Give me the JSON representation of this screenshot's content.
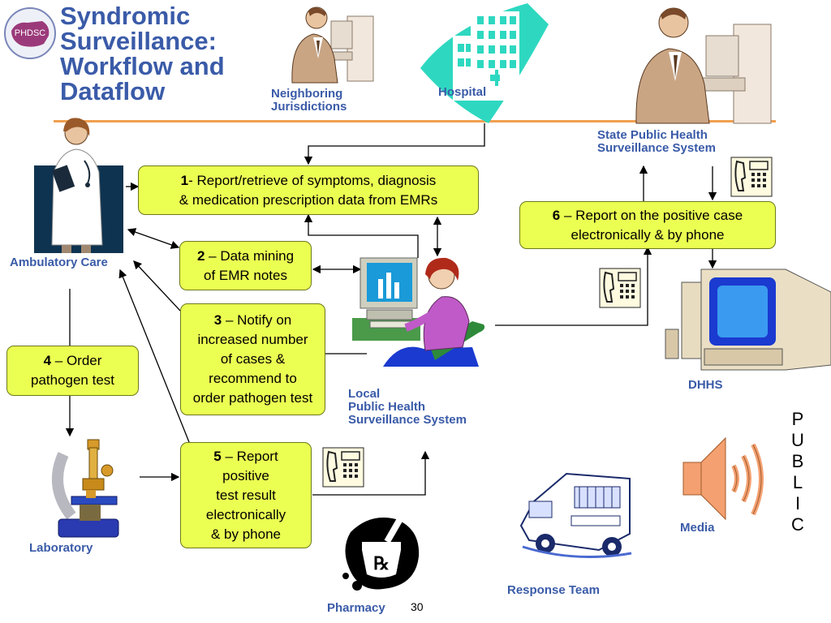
{
  "title": {
    "line1": "Syndromic",
    "line2": "Surveillance:",
    "line3": "Workflow and",
    "line4": "Dataflow"
  },
  "logo_text": "PHDSC",
  "labels": {
    "neighboring": {
      "line1": "Neighboring",
      "line2": "Jurisdictions"
    },
    "hospital": "Hospital",
    "state": {
      "line1": "State Public Health",
      "line2": "Surveillance System"
    },
    "ambulatory": "Ambulatory Care",
    "local": {
      "line1": "Local",
      "line2": "Public Health",
      "line3": "Surveillance System"
    },
    "dhhs": "DHHS",
    "laboratory": "Laboratory",
    "pharmacy": "Pharmacy",
    "response": "Response Team",
    "media": "Media"
  },
  "steps": {
    "s1": {
      "num": "1",
      "line1": "- Report/retrieve of symptoms, diagnosis",
      "line2": "& medication prescription data from EMRs"
    },
    "s2": {
      "num": "2",
      "line1": " – Data mining",
      "line2": "of EMR notes"
    },
    "s3": {
      "num": "3",
      "line1": " – Notify on",
      "line2": "increased number",
      "line3": "of cases &",
      "line4": "recommend to",
      "line5": "order pathogen test"
    },
    "s4": {
      "num": "4",
      "line1": " – Order",
      "line2": "pathogen test"
    },
    "s5": {
      "num": "5",
      "line1": " – Report",
      "line2": "positive",
      "line3": "test result",
      "line4": "electronically",
      "line5": "& by phone"
    },
    "s6": {
      "num": "6",
      "line1": " – Report on the positive case",
      "line2": "electronically & by phone"
    }
  },
  "public": [
    "P",
    "U",
    "B",
    "L",
    "I",
    "C"
  ],
  "page_number": "30",
  "colors": {
    "label_blue": "#3a5ba8",
    "box_fill": "#ebff52",
    "rule_orange": "#f0a050"
  }
}
